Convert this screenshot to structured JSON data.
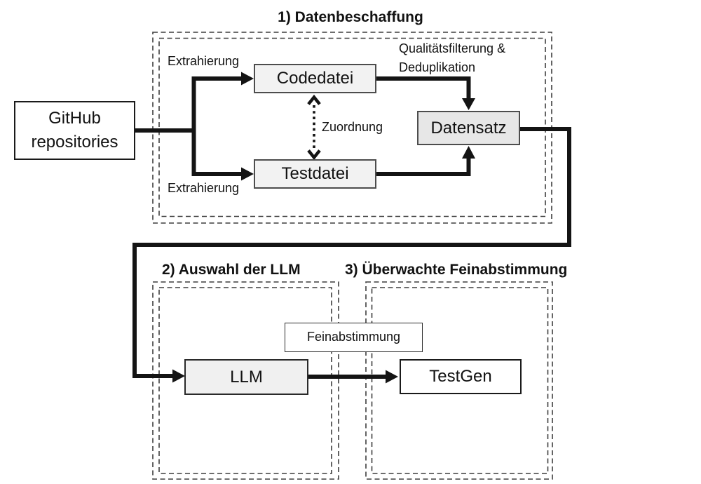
{
  "diagram": {
    "sections": {
      "datenbeschaffung": {
        "title": "1) Datenbeschaffung"
      },
      "auswahl_llm": {
        "title": "2) Auswahl der LLM"
      },
      "ueberwachte_feinabstimmung": {
        "title": "3) Überwachte Feinabstimmung"
      }
    },
    "nodes": {
      "github": {
        "label": "GitHub\nrepositories",
        "fill": "#ffffff"
      },
      "codedatei": {
        "label": "Codedatei",
        "fill": "#f2f2f2"
      },
      "testdatei": {
        "label": "Testdatei",
        "fill": "#f2f2f2"
      },
      "datensatz": {
        "label": "Datensatz",
        "fill": "#e7e7e7"
      },
      "llm": {
        "label": "LLM",
        "fill": "#f0f0f0"
      },
      "testgen": {
        "label": "TestGen",
        "fill": "#ffffff"
      },
      "feinabstimmung_tag": {
        "label": "Feinabstimmung",
        "fill": "#ffffff"
      }
    },
    "edge_labels": {
      "extrahierung_top": "Extrahierung",
      "extrahierung_bottom": "Extrahierung",
      "zuordnung": "Zuordnung",
      "qualitaetsfilterung": "Qualitätsfilterung &\nDeduplikation"
    },
    "colors": {
      "background": "#ffffff",
      "connector_line": "#141414",
      "dashed_border": "#3d3d3d",
      "node_border_dark": "#1a1a1a",
      "node_border_gray": "#4d4d4d",
      "node_fill_light_gray": "#f2f2f2",
      "node_fill_mid_gray": "#e7e7e7"
    }
  }
}
